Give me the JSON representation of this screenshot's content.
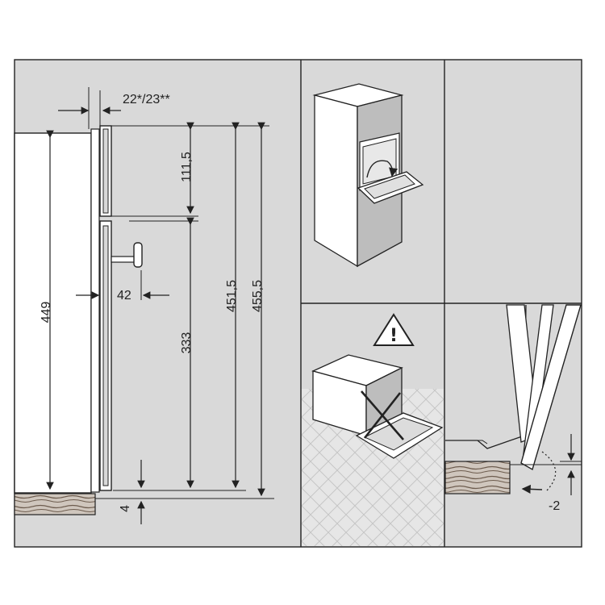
{
  "figure": {
    "bg_color": "#d9d9d9",
    "line_color": "#222222",
    "wood_color": "#8a7766",
    "warning_color": "#ffffff"
  },
  "dimensions": {
    "top_gap": "22*/23**",
    "upper_height": "111,5",
    "handle_depth": "42",
    "height_449": "449",
    "height_333": "333",
    "height_451": "451,5",
    "height_455": "455,5",
    "bottom_gap": "4",
    "door_offset": "-2"
  },
  "warning": {
    "symbol": "!"
  }
}
